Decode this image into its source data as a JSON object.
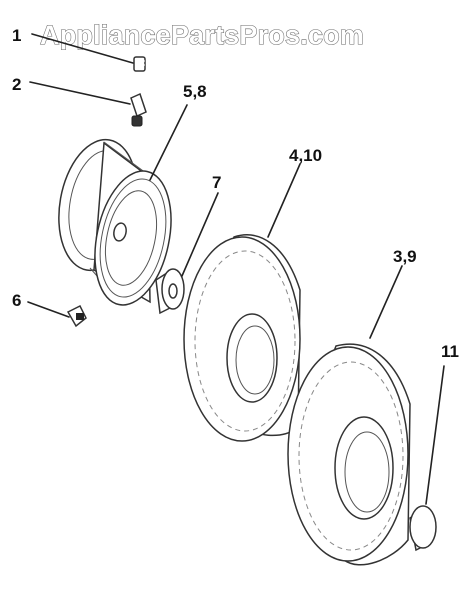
{
  "watermark": "AppliancePartsPros.com",
  "callouts": {
    "c1": "1",
    "c2": "2",
    "c58": "5,8",
    "c7": "7",
    "c410": "4,10",
    "c6": "6",
    "c39": "3,9",
    "c11": "11"
  }
}
